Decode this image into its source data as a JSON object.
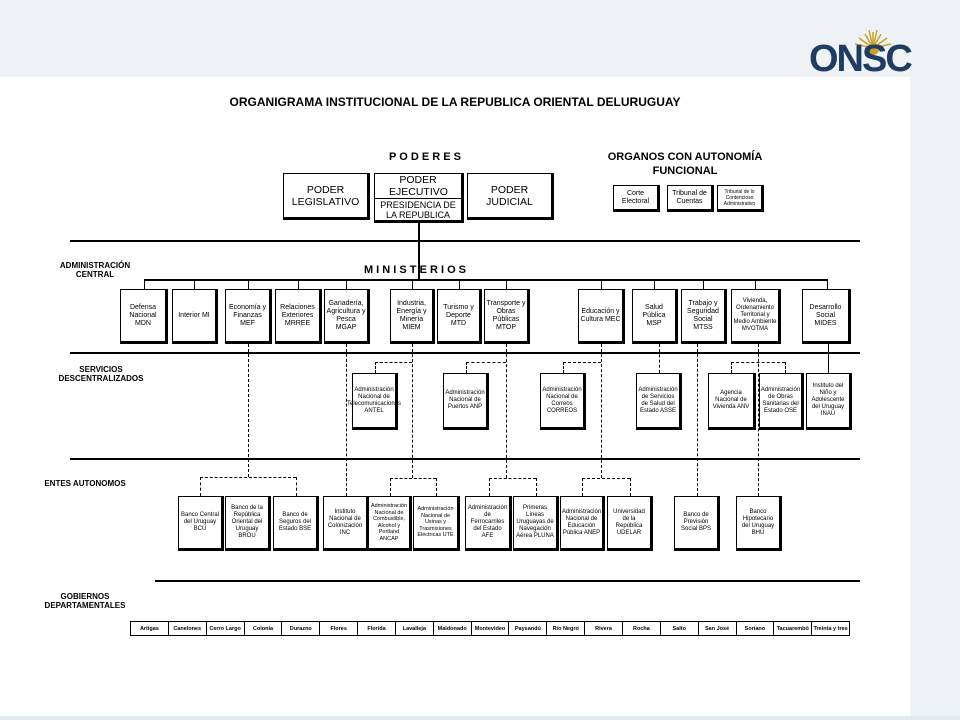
{
  "logo": {
    "text": "ONSC"
  },
  "title": "ORGANIGRAMA INSTITUCIONAL DE LA REPUBLICA ORIENTAL DELURUGUAY",
  "poderes": {
    "heading": "P O D E R E S",
    "legislativo": "PODER LEGISLATIVO",
    "ejecutivo": "PODER EJECUTIVO",
    "presidencia": "PRESIDENCIA DE LA REPUBLICA",
    "judicial": "PODER JUDICIAL"
  },
  "organos": {
    "heading": "ORGANOS CON AUTONOMÍA FUNCIONAL",
    "items": [
      "Corte Electoral",
      "Tribunal de Cuentas",
      "Tribunal de lo Contencioso Administrativo"
    ]
  },
  "sections": {
    "administracion": "ADMINISTRACIÓN CENTRAL",
    "servicios": "SERVICIOS DESCENTRALIZADOS",
    "entes": "ENTES AUTONOMOS",
    "gobiernos": "GOBIERNOS DEPARTAMENTALES"
  },
  "ministerios": {
    "heading": "M I N I S T E R I O S",
    "items": [
      "Defensa Nacional MDN",
      "Interior MI",
      "Economía y Finanzas MEF",
      "Relaciones Exteriores MRREE",
      "Ganadería, Agricultura y Pesca MGAP",
      "Industria, Energía y Minería MIEM",
      "Turismo y Deporte MTD",
      "Transporte y Obras Públicas MTOP",
      "Educación y Cultura MEC",
      "Salud Pública MSP",
      "Trabajo y Seguridad Social MTSS",
      "Vivienda, Ordenamiento Territorial y Medio Ambiente MVOTMA",
      "Desarrollo Social MIDES"
    ]
  },
  "servicios": {
    "items": [
      "Administración Nacional de Telecomunicaciones ANTEL",
      "Administración Nacional de Puertos ANP",
      "Administración Nacional de Correos CORREOS",
      "Administración de Servicios de Salud del Estado ASSE",
      "Agencia Nacional de Vivienda ANV",
      "Administración de Obras Sanitarias del Estado OSE",
      "Instituto del Niño y Adolescente del Uruguay INAU"
    ]
  },
  "entes": {
    "items": [
      "Banco Central del Uruguay BCU",
      "Banco de la República Oriental del Uruguay BROU",
      "Banco de Seguros del Estado BSE",
      "Instituto Nacional de Colonización INC",
      "Administración Nacional de Combustible, Alcohol y Portland ANCAP",
      "Administración Nacional de Usinas y Trasmisiones Eléctricas UTE",
      "Administración de Ferrocarriles del Estado AFE",
      "Primeras Líneas Uruguayas de Navegación Aérea PLUNA",
      "Administración Nacional de Educación Pública ANEP",
      "Universidad de la República UDELAR",
      "Banco de Previsión Social BPS",
      "Banco Hipotecario del Uruguay BHU"
    ]
  },
  "departamentos": [
    "Artigas",
    "Canelones",
    "Cerro Largo",
    "Colonia",
    "Durazno",
    "Flores",
    "Florida",
    "Lavalleja",
    "Maldonado",
    "Montevideo",
    "Paysandú",
    "Río Negro",
    "Rivera",
    "Rocha",
    "Salto",
    "San José",
    "Soriano",
    "Tacuarembó",
    "Treinta y tres"
  ]
}
